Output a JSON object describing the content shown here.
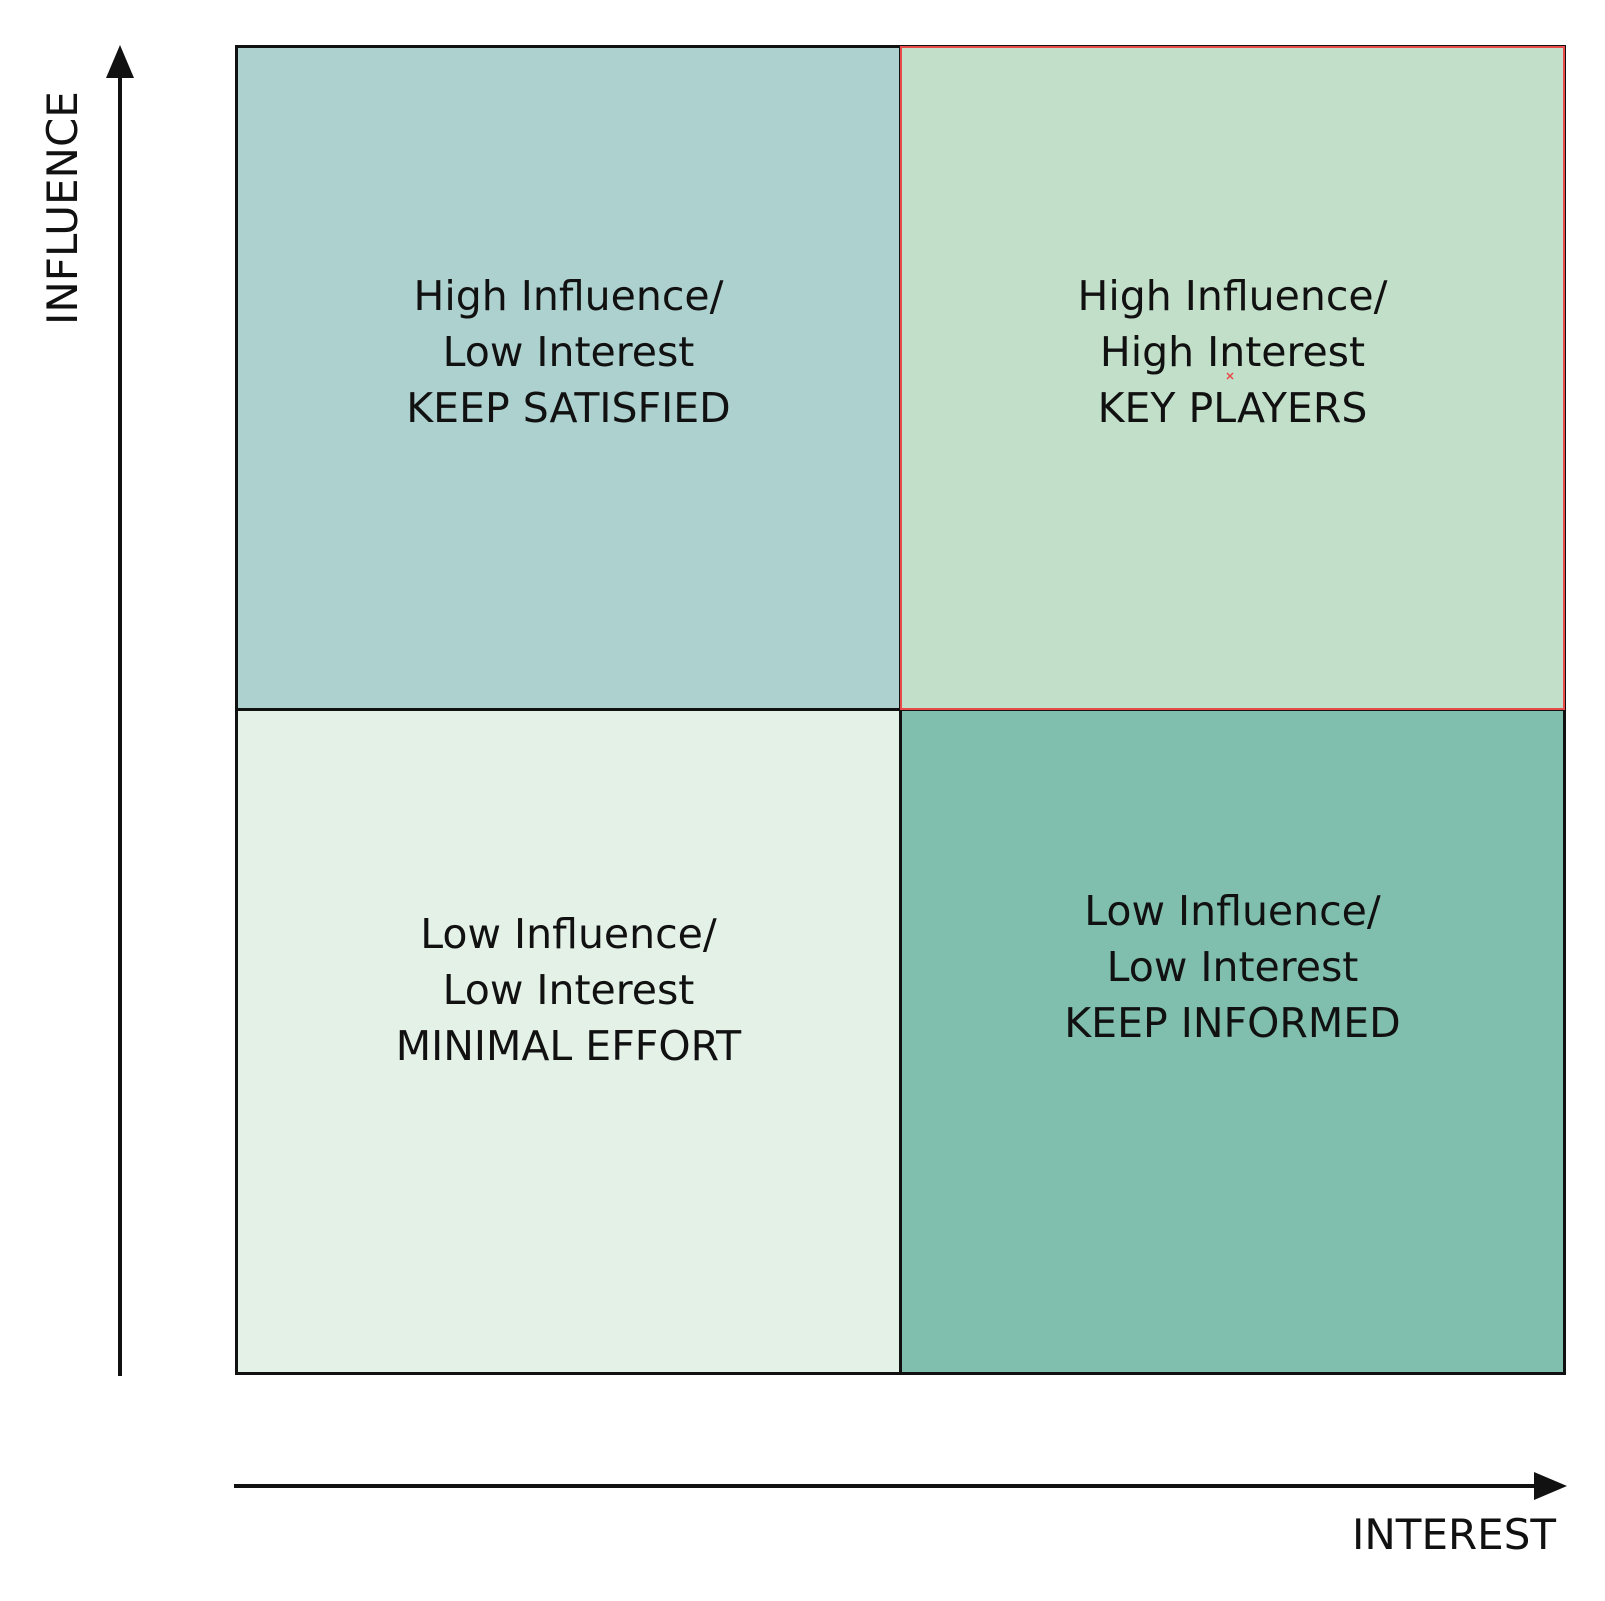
{
  "axes": {
    "y_label": "INFLUENCE",
    "x_label": "INTEREST"
  },
  "colors": {
    "top_left": "#add1cf",
    "top_right": "#c2dfca",
    "bottom_left": "#e4f1e7",
    "bottom_right": "#80bfad",
    "selection": "#e84a4a"
  },
  "quadrants": {
    "top_left": {
      "line1": "High Influence/",
      "line2": "Low Interest",
      "line3": "KEEP SATISFIED"
    },
    "top_right": {
      "line1": "High Influence/",
      "line2": "High Interest",
      "line3": "KEY PLAYERS"
    },
    "bottom_left": {
      "line1": "Low Influence/",
      "line2": "Low Interest",
      "line3": "MINIMAL EFFORT"
    },
    "bottom_right": {
      "line1": "Low Influence/",
      "line2": "Low Interest",
      "line3": "KEEP INFORMED"
    }
  }
}
